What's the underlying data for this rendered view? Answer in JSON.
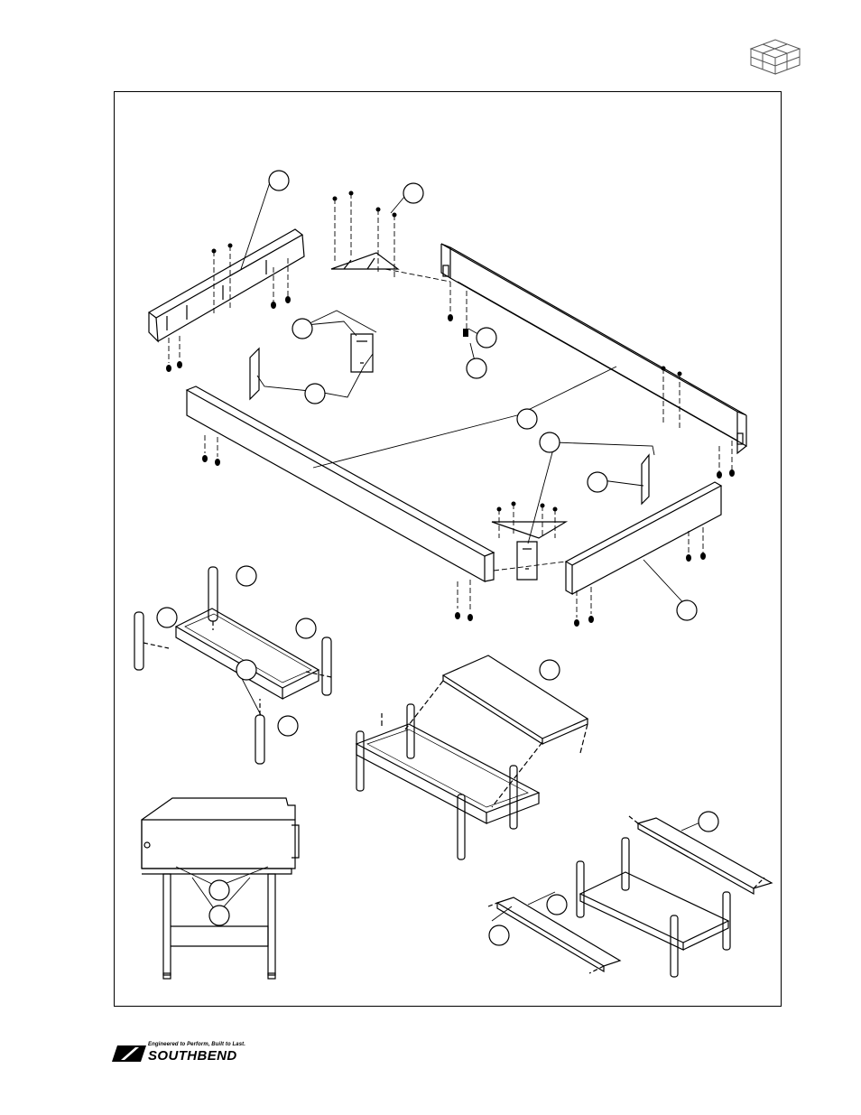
{
  "header": {
    "icon": "box-package-icon"
  },
  "figure": {
    "callout_count": 21
  },
  "footer": {
    "logo_icon": "southbend-logo-mark",
    "brand_name": "SOUTHBEND",
    "tagline": "Engineered to Perform, Built to Last."
  }
}
